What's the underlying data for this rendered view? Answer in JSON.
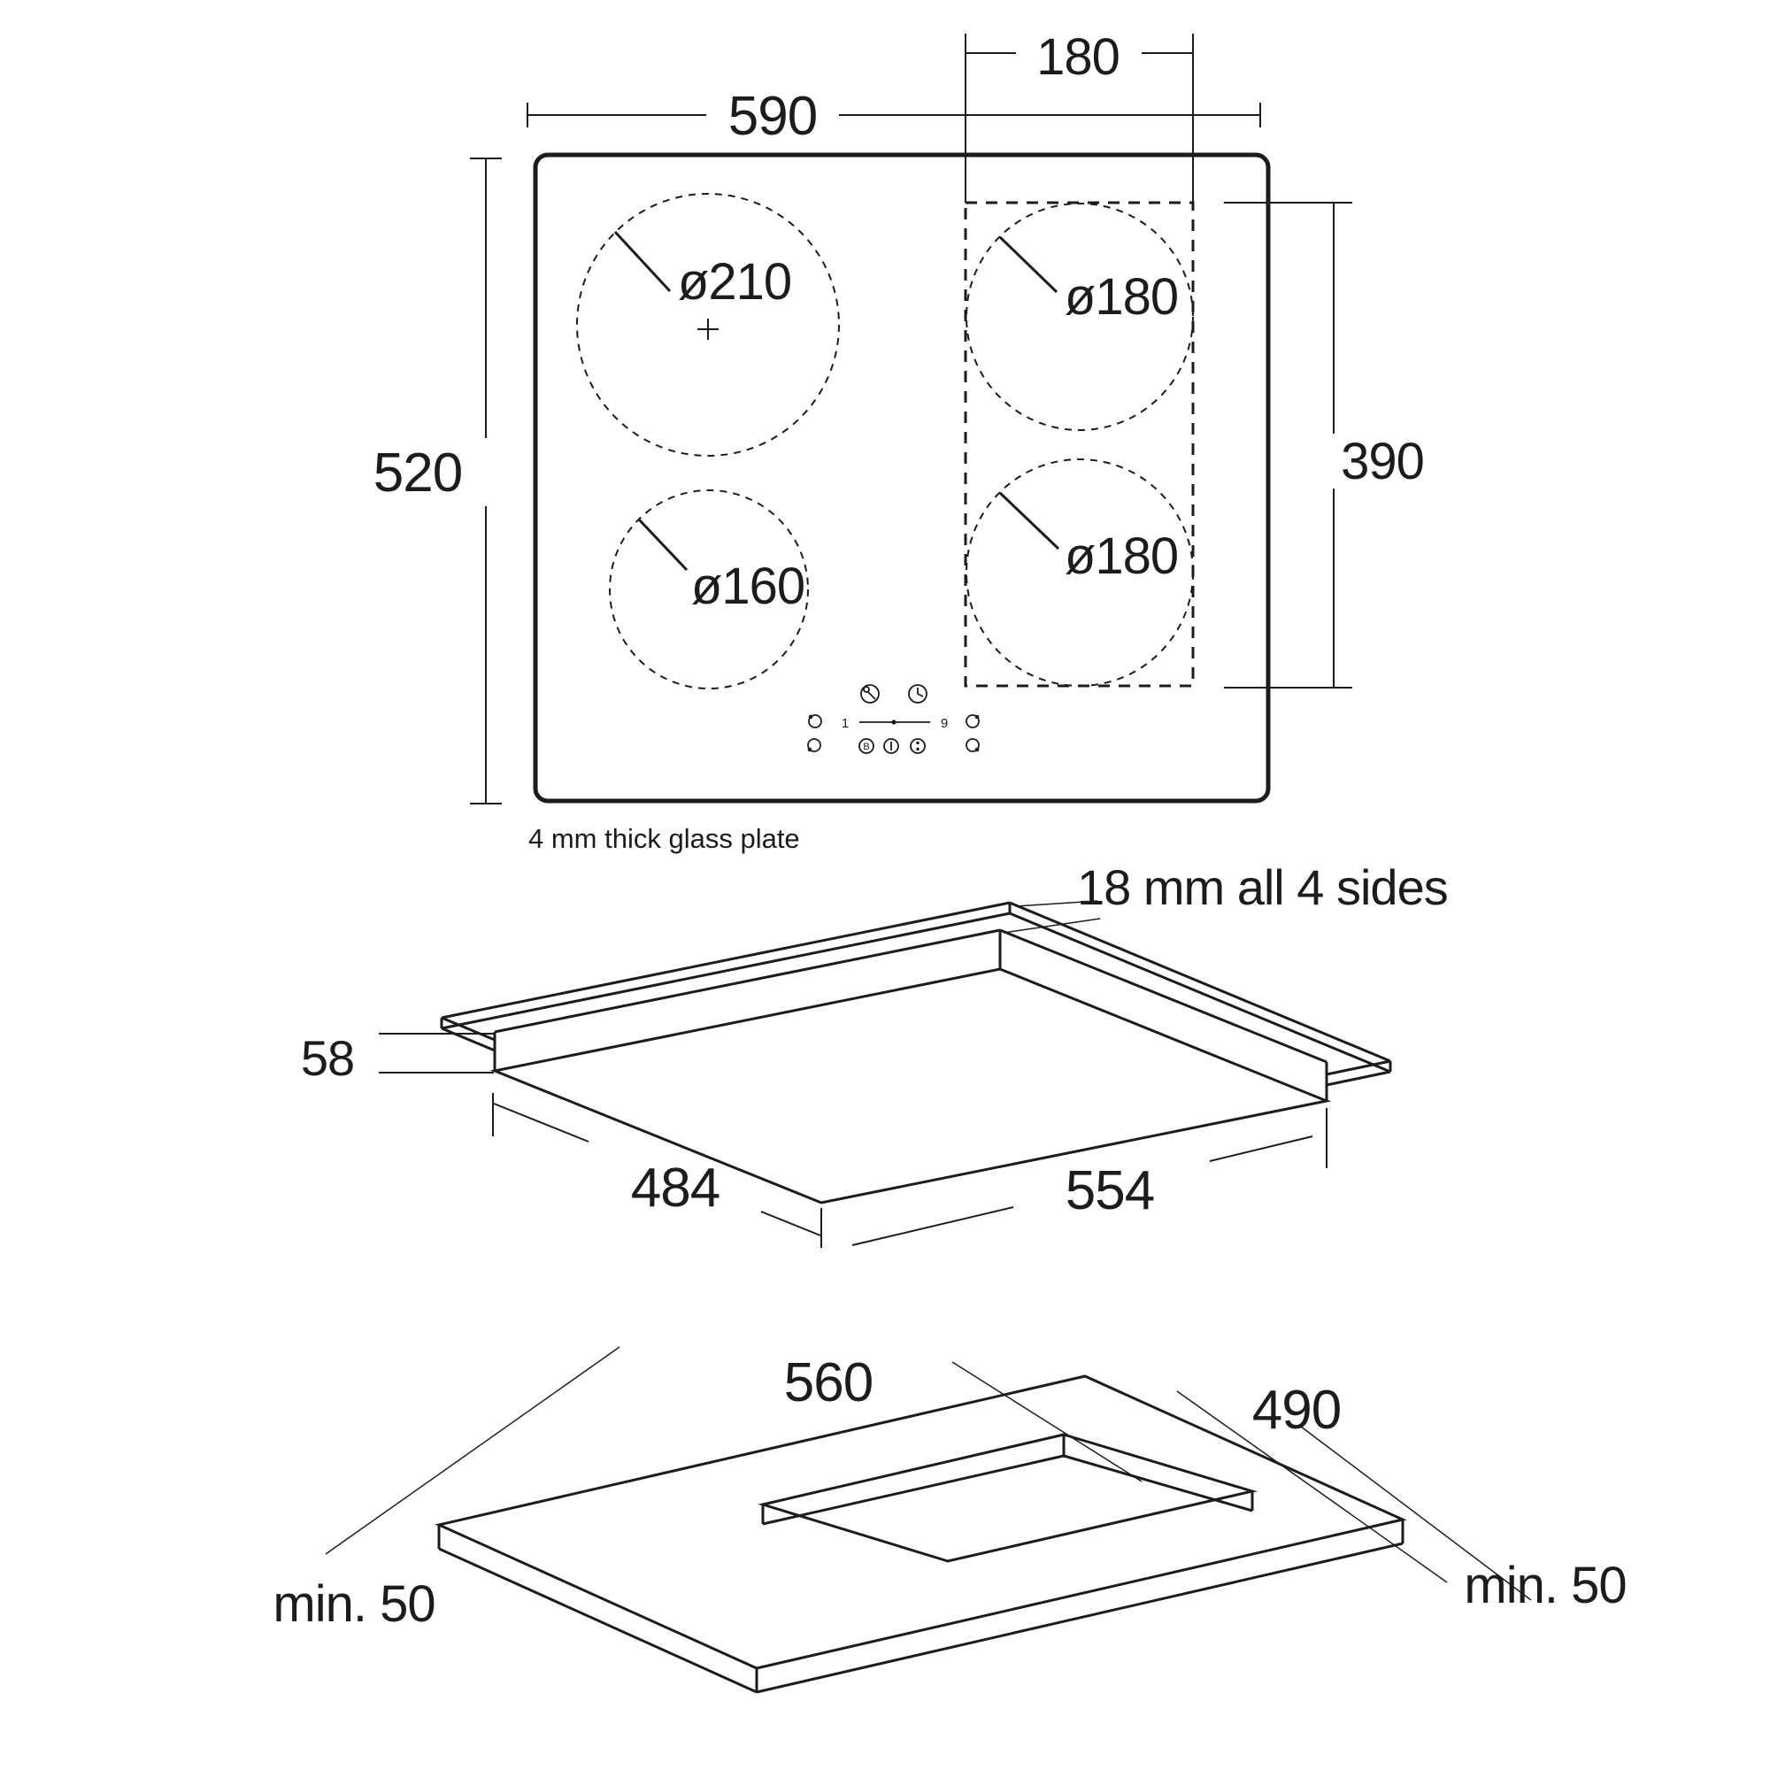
{
  "colors": {
    "ink": "#1c1c1c",
    "background": "#ffffff"
  },
  "top_view": {
    "width": "590",
    "depth": "520",
    "zone_area_width": "180",
    "zone_area_height": "390",
    "zone_back_left": "ø210",
    "zone_front_left": "ø160",
    "zone_back_right": "ø180",
    "zone_front_right": "ø180",
    "caption": "4 mm thick glass plate",
    "controls": {
      "power_min": "1",
      "power_max": "9",
      "booster": "B"
    }
  },
  "underside_view": {
    "rim": "18 mm all 4 sides",
    "height": "58",
    "depth": "484",
    "width": "554"
  },
  "installation_view": {
    "cutout_width": "560",
    "cutout_depth": "490",
    "clearance_left": "min. 50",
    "clearance_right": "min. 50"
  }
}
